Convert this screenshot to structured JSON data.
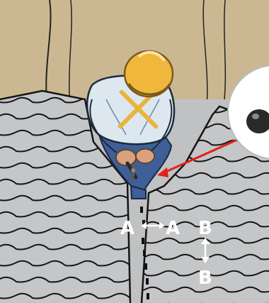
{
  "labels": {
    "a_left": "A",
    "a_right": "A",
    "b_top": "B",
    "b_bottom": "B"
  },
  "colors": {
    "background_wall": "#cbb892",
    "roof_fill": "#c4c6c8",
    "tile_line": "#151515",
    "shirt": "#dde7f0",
    "jeans": "#3e5f97",
    "helmet": "#f0b73c",
    "skin": "#d9a27d",
    "suspenders": "#e8b43c",
    "pointer": "#e3201b",
    "label_text": "#ffffff",
    "detail_bg": "#ffffff",
    "detail_ball": "#2a2a2a"
  },
  "icons": [
    "worker-figure",
    "pliers-icon",
    "double-arrow-horizontal-icon",
    "double-arrow-vertical-icon",
    "detail-magnifier-circle"
  ]
}
